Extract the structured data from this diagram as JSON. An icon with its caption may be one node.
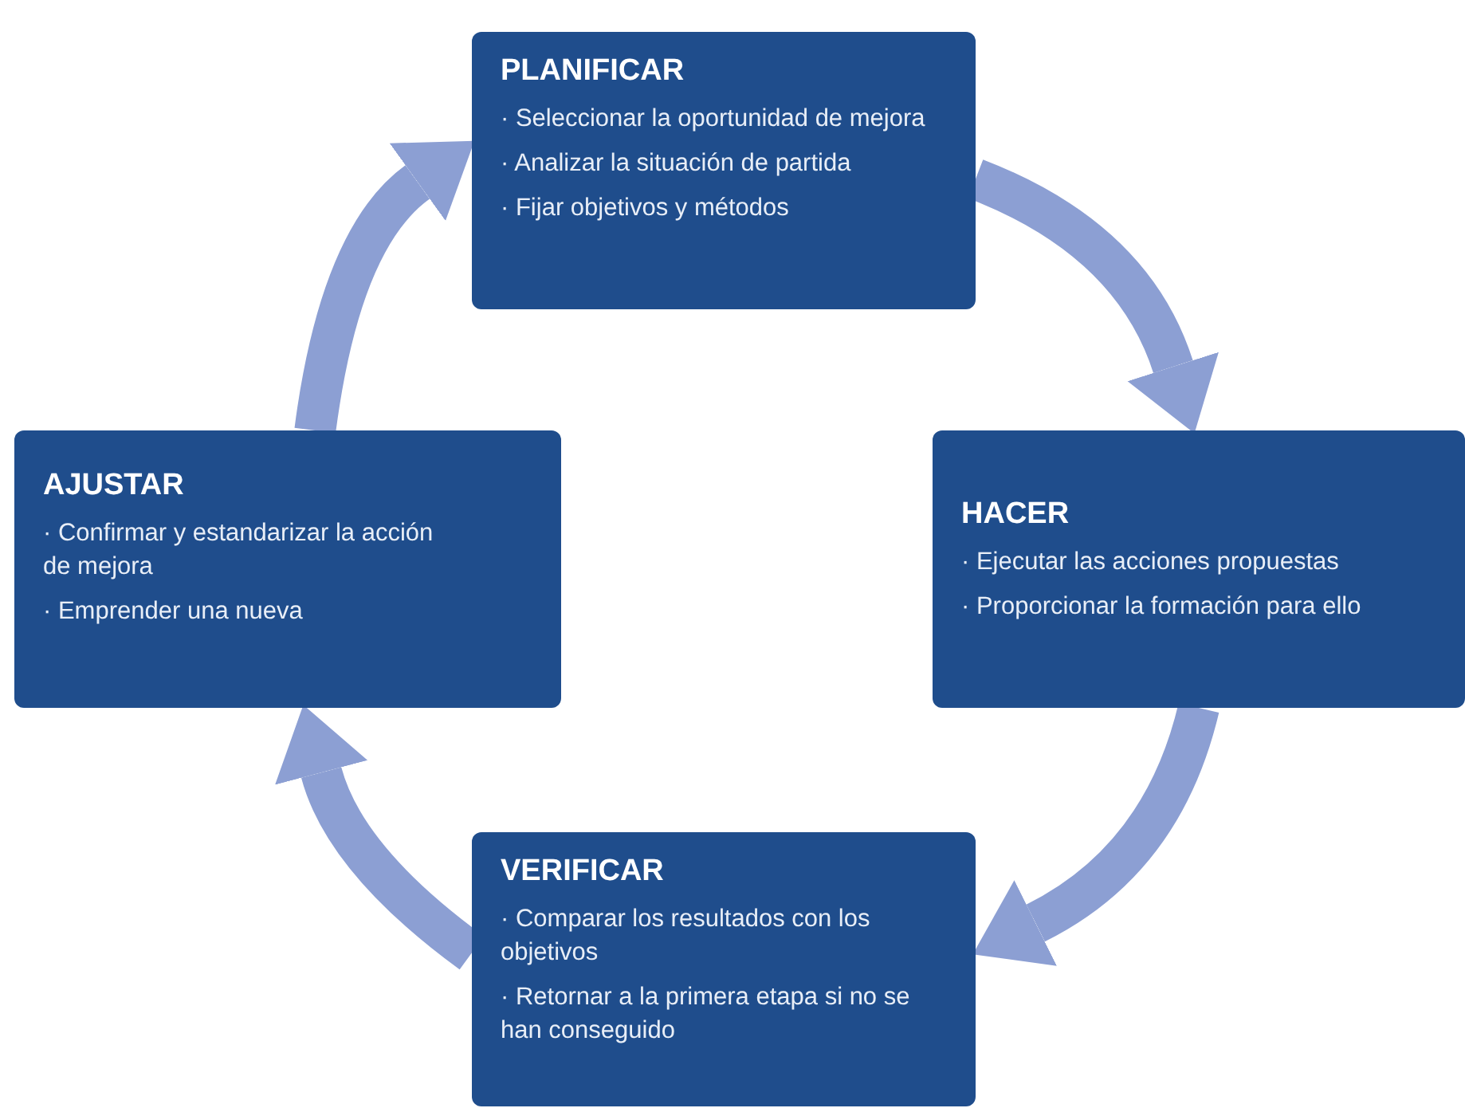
{
  "diagram": {
    "nodes": [
      {
        "text": [
          "PLANIFICAR",
          "· Seleccionar la oportunidad de mejora",
          "· Analizar la situación de partida",
          "· Fijar objetivos y métodos"
        ]
      },
      {
        "text": [
          "HACER",
          "· Ejecutar las acciones propuestas",
          "· Proporcionar la formación para ello"
        ]
      },
      {
        "text": [
          "VERIFICAR",
          "· Comparar los resultados con los objetivos",
          "· Retornar a la primera etapa si no se han conseguido"
        ]
      },
      {
        "text": [
          "AJUSTAR",
          "· Confirmar y estandarizar la acción de mejora",
          "· Emprender una nueva"
        ]
      }
    ],
    "edges": [
      {
        "from": 0,
        "to": 1,
        "arrow": "to"
      },
      {
        "from": 1,
        "to": 2,
        "arrow": "to"
      },
      {
        "from": 2,
        "to": 3,
        "arrow": "to"
      },
      {
        "from": 3,
        "to": 0,
        "arrow": "to"
      }
    ]
  }
}
